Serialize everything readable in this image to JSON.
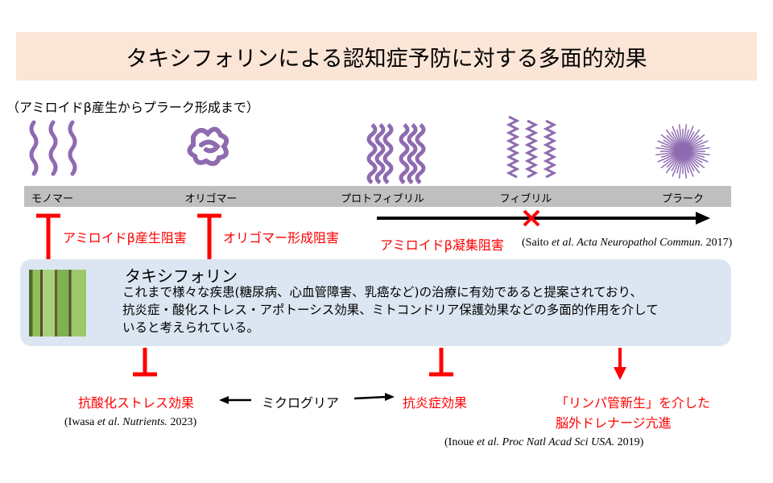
{
  "title": "タキシフォリンによる認知症予防に対する多面的効果",
  "subtitle": "（アミロイドβ産生からプラーク形成まで）",
  "stages": [
    "モノマー",
    "オリゴマー",
    "プロトフィブリル",
    "フィブリル",
    "プラーク"
  ],
  "inhibitions": {
    "production": "アミロイドβ産生阻害",
    "oligomer": "オリゴマー形成阻害",
    "aggregation": "アミロイドβ凝集阻害"
  },
  "citation_saito": {
    "pre": "(Saito ",
    "em": "et al. Acta Neuropathol Commun.",
    "post": " 2017)"
  },
  "taxifolin": {
    "name": "タキシフォリン",
    "lines": [
      "これまで様々な疾患(糖尿病、心血管障害、乳癌など)の治療に有効であると提案されており、",
      "抗炎症・酸化ストレス・アポトーシス効果、ミトコンドリア保護効果などの多面的作用を介して",
      "いると考えられている。"
    ]
  },
  "effects": {
    "antioxidant": "抗酸化ストレス効果",
    "microglia": "ミクログリア",
    "antiinflammatory": "抗炎症効果",
    "lymph_line1": "「リンパ管新生」を介した",
    "lymph_line2": "脳外ドレナージ亢進"
  },
  "citation_iwasa": {
    "pre": "(Iwasa ",
    "em": "et al. Nutrients.",
    "post": " 2023)"
  },
  "citation_inoue": {
    "pre": "(Inoue ",
    "em": "et al. Proc Natl Acad Sci USA.",
    "post": " 2019)"
  },
  "colors": {
    "red": "#ff0000",
    "purple": "#8e6bb0",
    "peach": "#fbe5d6",
    "blue": "#dce6f2",
    "gray": "#bfbfbf"
  }
}
